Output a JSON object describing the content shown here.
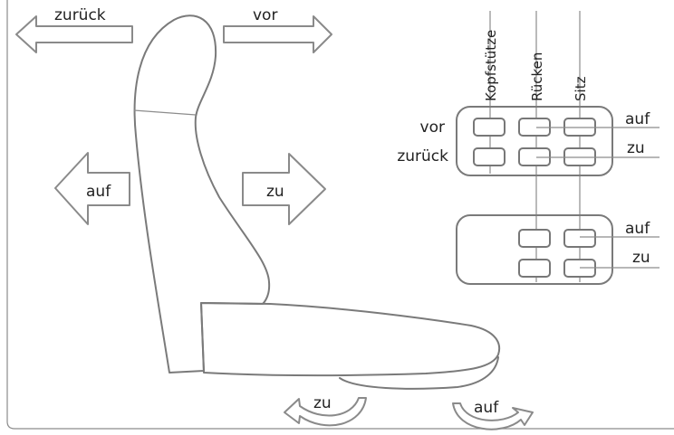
{
  "arrows": {
    "top_left": "zurück",
    "top_right": "vor",
    "mid_left": "auf",
    "mid_right": "zu",
    "bottom_left": "zu",
    "bottom_right": "auf"
  },
  "panel": {
    "columns": [
      "Kopfstütze",
      "Rücken",
      "Sitz"
    ],
    "upper_left": [
      "vor",
      "zurück"
    ],
    "upper_right": [
      "auf",
      "zu"
    ],
    "lower_right": [
      "auf",
      "zu"
    ]
  },
  "colors": {
    "outline": "#7a7a7a",
    "arrow_fill": "#ffffff",
    "text": "#222222"
  }
}
